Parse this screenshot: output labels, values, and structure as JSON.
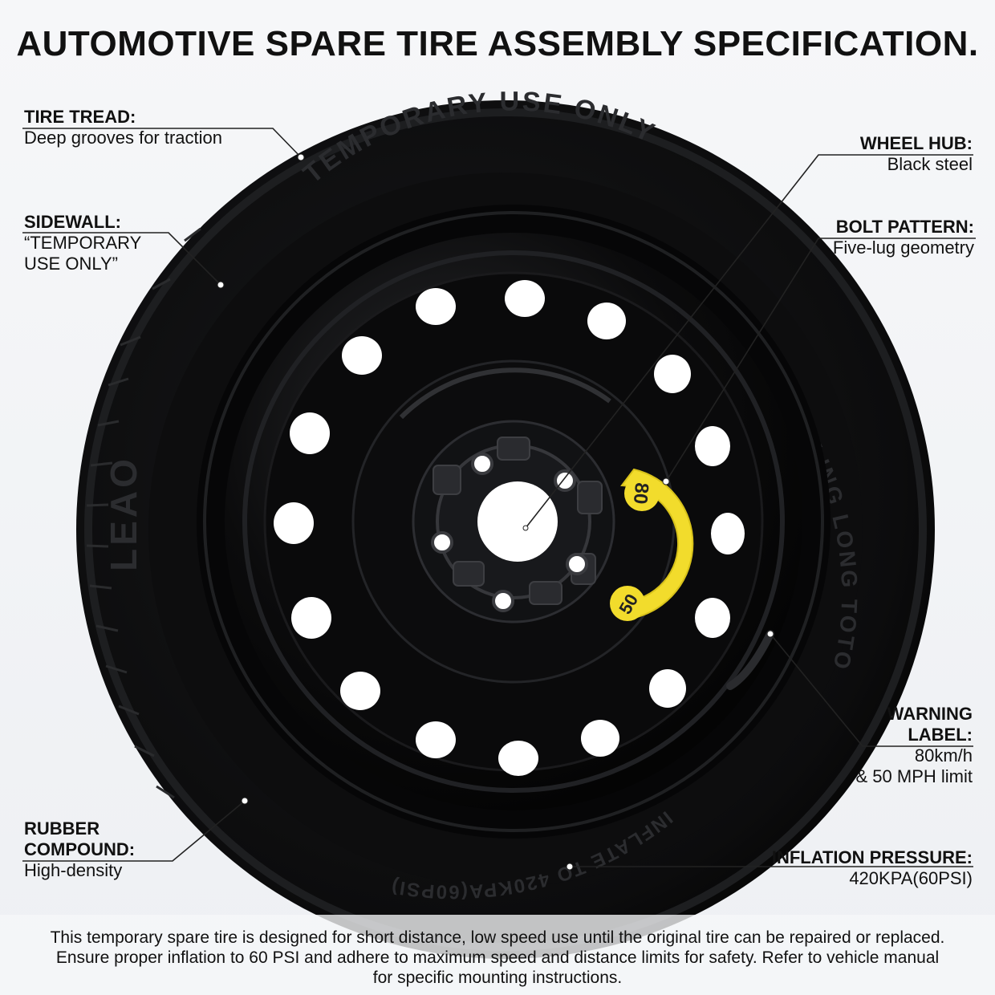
{
  "title": "AUTOMOTIVE SPARE TIRE ASSEMBLY SPECIFICATION.",
  "tire_text": {
    "sidewall_top": "TEMPORARY USE ONLY",
    "sidewall_bottom": "INFLATE TO 420KPA(60PSI)",
    "sidewall_right": "LING LONG TOTO",
    "brand": "LEAO",
    "sticker_top": "80",
    "sticker_bottom": "50"
  },
  "labels": {
    "tire_tread": {
      "heading": "TIRE TREAD:",
      "desc": "Deep grooves for traction"
    },
    "sidewall": {
      "heading": "SIDEWALL:",
      "desc": "“TEMPORARY\nUSE ONLY”"
    },
    "rubber": {
      "heading": "RUBBER\nCOMPOUND:",
      "desc": "High-density"
    },
    "wheel_hub": {
      "heading": "WHEEL HUB:",
      "desc": "Black steel"
    },
    "bolt_pattern": {
      "heading": "BOLT PATTERN:",
      "desc": "Five-lug geometry"
    },
    "warning": {
      "heading": "WARNING\nLABEL:",
      "desc": "80km/h\n& 50 MPH limit"
    },
    "inflation": {
      "heading": "INFLATION PRESSURE:",
      "desc": "420KPA(60PSI)"
    }
  },
  "caption": "This temporary spare tire is designed for short distance, low speed use until the original tire can be repaired or replaced. Ensure proper inflation to 60 PSI and adhere to maximum speed and distance limits for safety. Refer to vehicle manual for specific mounting instructions.",
  "colors": {
    "tire": "#0b0b0c",
    "rim": "#050506",
    "sticker": "#f2dc2c",
    "background": "#f2f4f6"
  }
}
